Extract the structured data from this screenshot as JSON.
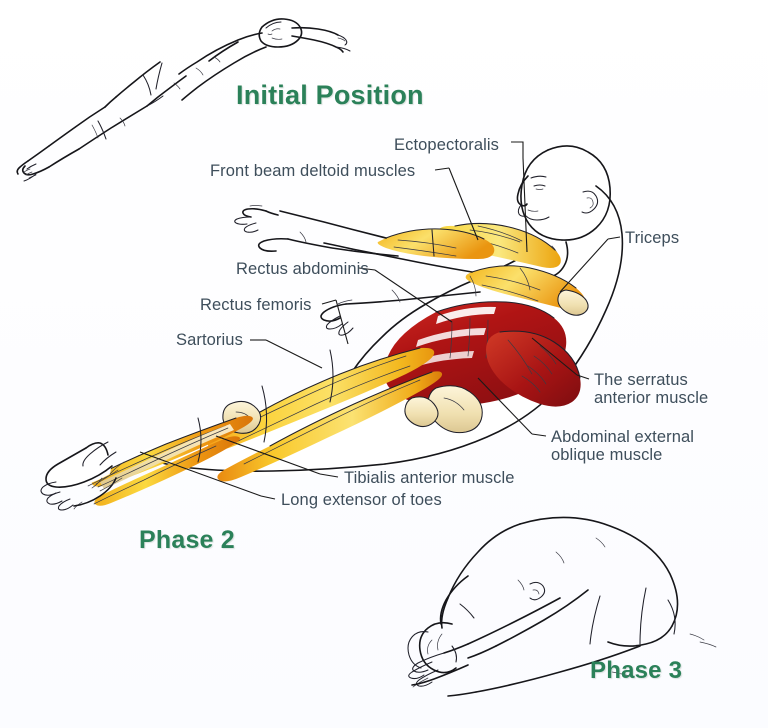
{
  "figure": {
    "background_color": "#ffffff",
    "heading_color": "#2b8159",
    "label_color": "#3e4e5b",
    "leader_line_color": "#1a1a1a",
    "outline_color": "#16161a"
  },
  "headings": {
    "initial": "Initial Position",
    "phase2": "Phase 2",
    "phase3": "Phase 3"
  },
  "labels": {
    "ectopectoralis": "Ectopectoralis",
    "deltoid": "Front beam deltoid muscles",
    "rectus_abdominis": "Rectus abdominis",
    "rectus_femoris": "Rectus femoris",
    "sartorius": "Sartorius",
    "triceps": "Triceps",
    "serratus_line1": "The serratus",
    "serratus_line2": "anterior muscle",
    "oblique_line1": "Abdominal external",
    "oblique_line2": "oblique muscle",
    "tibialis": "Tibialis anterior muscle",
    "long_extensor": "Long extensor of toes"
  },
  "anatomy_colors": {
    "muscle_red_dark": "#9e1414",
    "muscle_red": "#c21f1f",
    "muscle_red_light": "#d8473a",
    "muscle_orange": "#e88a15",
    "muscle_yellow": "#f5c81e",
    "muscle_yellow_light": "#fbe37a",
    "bone": "#f3e6c2",
    "bone_shade": "#dcc795",
    "tendon": "#fdf6e0"
  },
  "figures": {
    "initial_position": "supine-lying-figure",
    "phase2": "seated-forward-reach-anatomy-figure",
    "phase3": "seated-forward-fold-figure"
  }
}
